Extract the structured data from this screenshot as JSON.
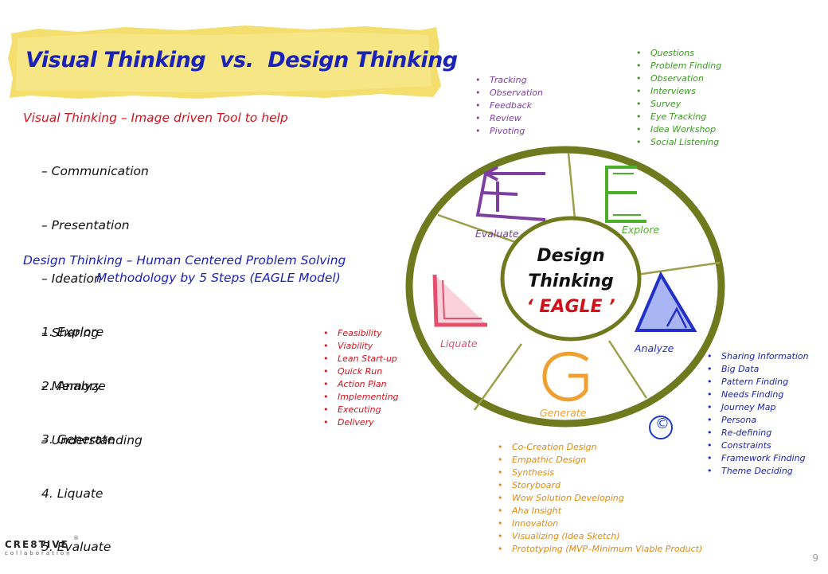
{
  "title": "Visual Thinking  vs.  Design Thinking",
  "visual_thinking": {
    "heading": "Visual Thinking – Image driven Tool to help",
    "items": [
      "– Communication",
      "– Presentation",
      "– Ideation",
      "– Sharing",
      "– Memory",
      "– Understanding"
    ]
  },
  "design_thinking": {
    "heading_line1": "Design Thinking – Human Centered Problem Solving",
    "heading_line2": "Methodology by 5 Steps (EAGLE Model)",
    "steps": [
      "1. Explore",
      "2. Analyze",
      "3. Generate",
      "4. Liquate",
      "5. Evaluate"
    ]
  },
  "wheel": {
    "center_line1": "Design",
    "center_line2": "Thinking",
    "center_eagle": "‘ EAGLE ’",
    "segments": {
      "explore": {
        "letter": "E",
        "label": "Explore",
        "color": "#4caf2a"
      },
      "analyze": {
        "letter": "A",
        "label": "Analyze",
        "color": "#2230c8"
      },
      "generate": {
        "letter": "G",
        "label": "Generate",
        "color": "#f0a030"
      },
      "liquate": {
        "letter": "L",
        "label": "Liquate",
        "color": "#e2506e"
      },
      "evaluate": {
        "letter": "E",
        "label": "Evaluate",
        "color": "#7d3fa0"
      }
    },
    "ring_color": "#6f7a1e",
    "copyright_symbol": "©"
  },
  "lists": {
    "evaluate": [
      "Tracking",
      "Observation",
      "Feedback",
      "Review",
      "Pivoting"
    ],
    "explore": [
      "Questions",
      "Problem Finding",
      "Observation",
      "Interviews",
      "Survey",
      "Eye Tracking",
      "Idea Workshop",
      "Social Listening"
    ],
    "liquate": [
      "Feasibility",
      "Viability",
      "Lean Start-up",
      "Quick Run",
      "Action Plan",
      "Implementing",
      "Executing",
      "Delivery"
    ],
    "analyze": [
      "Sharing Information",
      "Big Data",
      "Pattern Finding",
      "Needs Finding",
      "Journey Map",
      "Persona",
      "Re-defining",
      "Constraints",
      "Framework Finding",
      "Theme Deciding"
    ],
    "generate": [
      "Co-Creation Design",
      "Empathic Design",
      "Synthesis",
      "Storyboard",
      "Wow Solution Developing",
      "Aha Insight",
      "Innovation",
      "Visualizing (Idea Sketch)",
      "Prototyping (MVP–Minimum Viable Product)"
    ]
  },
  "logo": {
    "line1": "CRE8TIVE",
    "line2": "collaboration",
    "mark": "®"
  },
  "page_number": "9"
}
